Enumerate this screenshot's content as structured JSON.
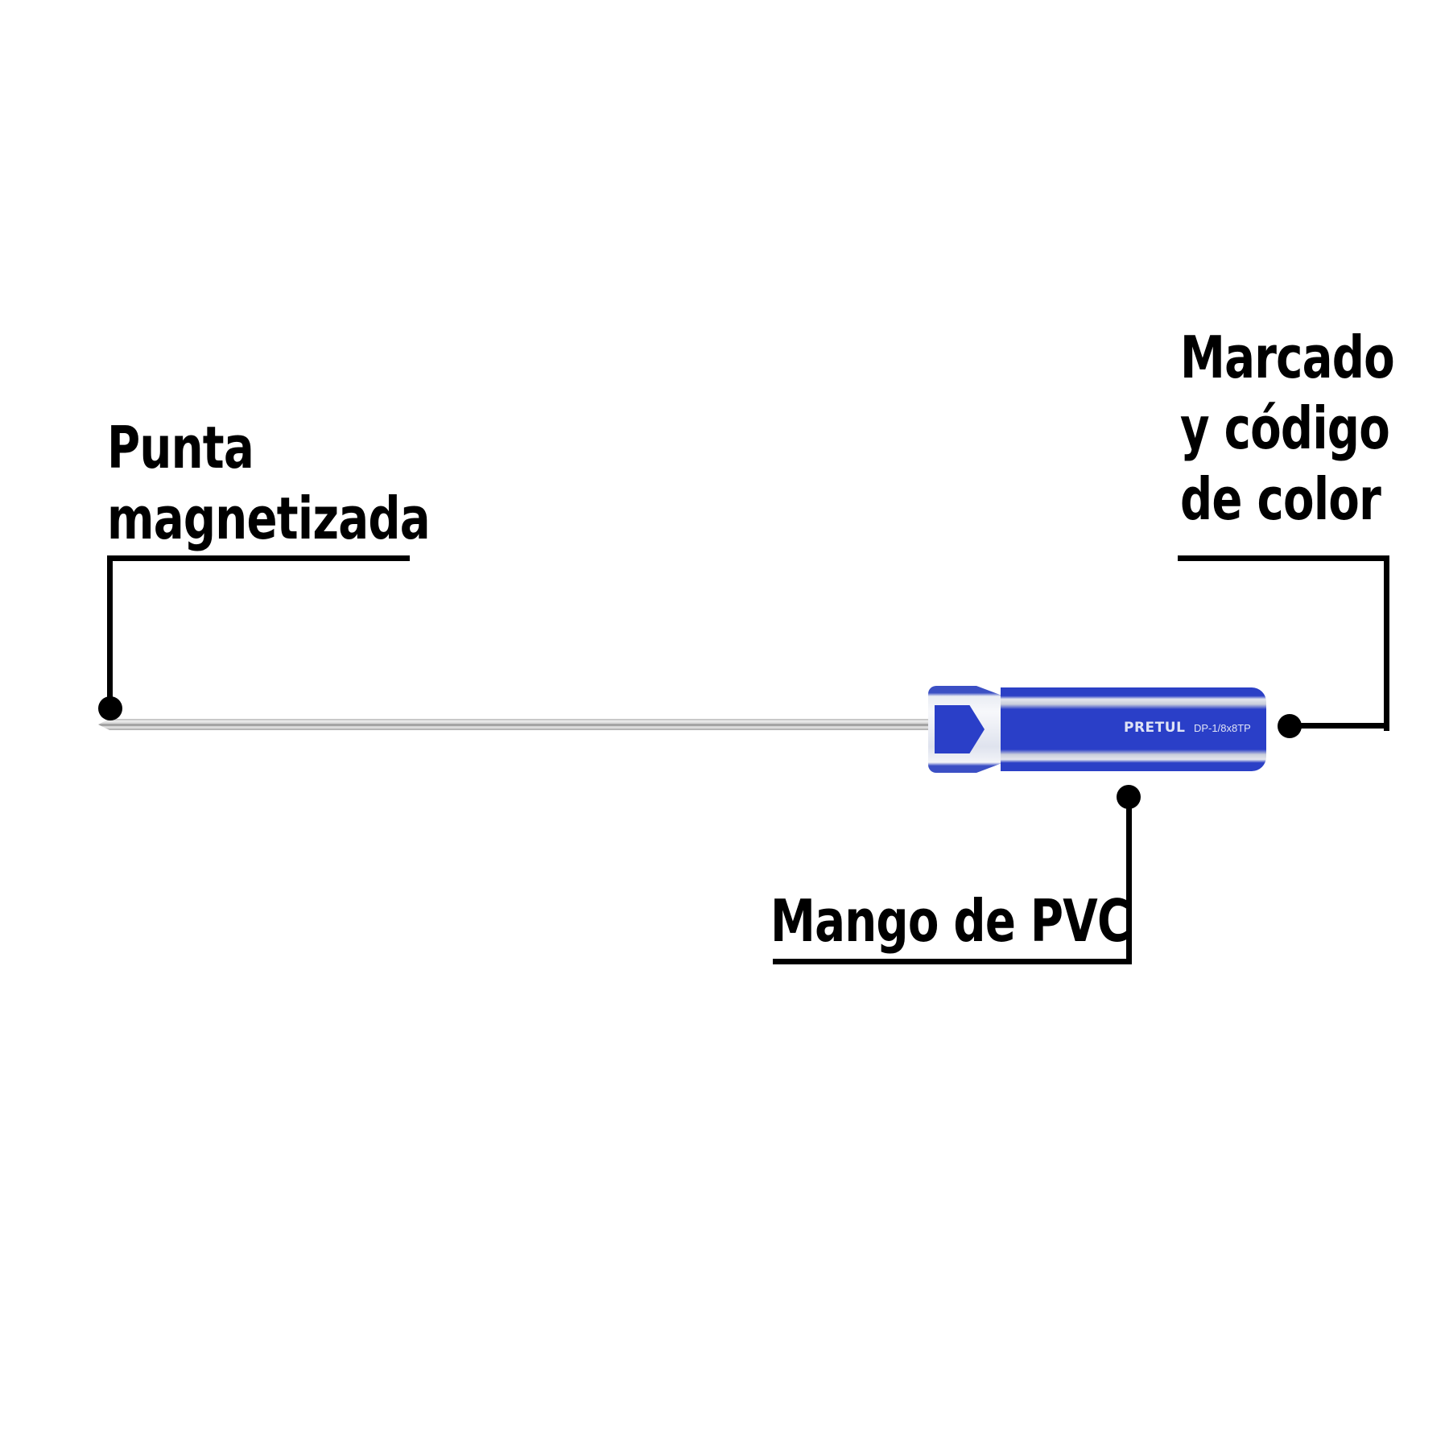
{
  "product": {
    "type": "screwdriver",
    "handle_brand": "PRETUL",
    "handle_code": "DP-1/8x8TP",
    "colors": {
      "handle_blue": "#2a3fc8",
      "callout": "#000000",
      "background": "#ffffff"
    }
  },
  "callouts": {
    "tip": {
      "line1": "Punta",
      "line2": "magnetizada"
    },
    "marking": {
      "line1": "Marcado",
      "line2": "y código",
      "line3": "de color"
    },
    "handle": {
      "line1": "Mango de PVC"
    }
  }
}
